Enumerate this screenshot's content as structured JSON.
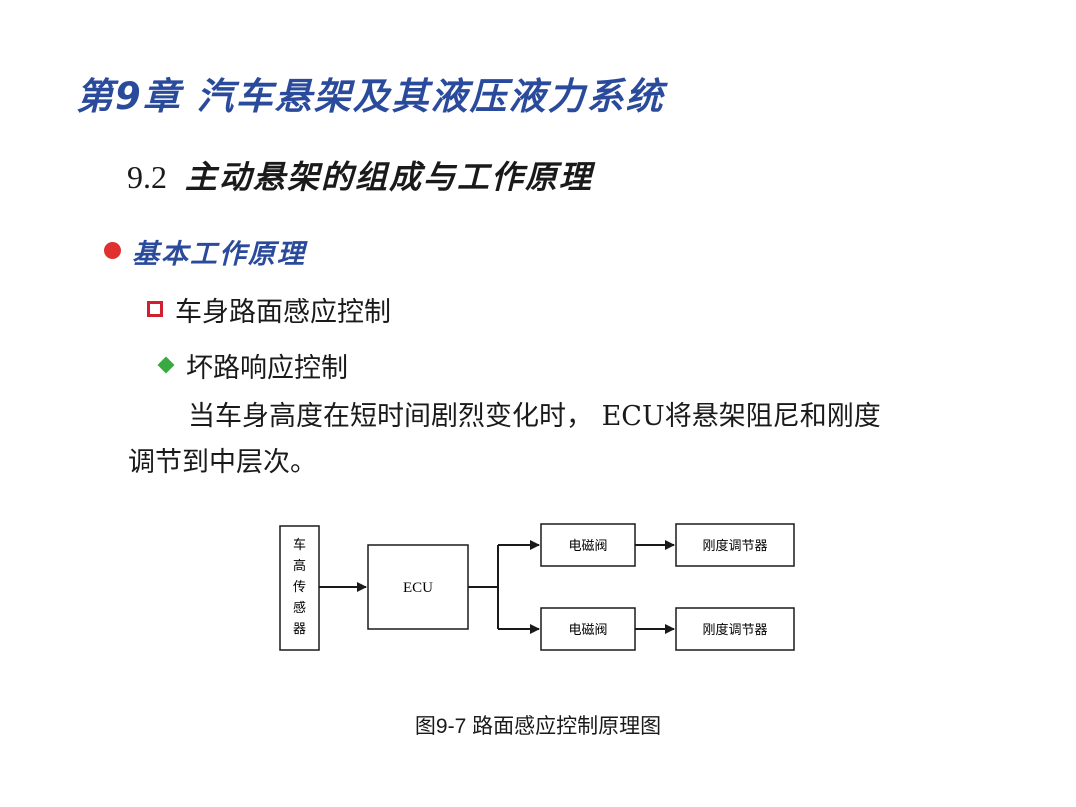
{
  "chapter_title": "第9章 汽车悬架及其液压液力系统",
  "section": {
    "number": "9.2",
    "title": "主动悬架的组成与工作原理"
  },
  "bullet": {
    "icon": "red-dot-icon",
    "color": "#e03030",
    "label": "基本工作原理"
  },
  "sub_items": [
    {
      "icon": "red-square-icon",
      "color": "#d02030",
      "label": "车身路面感应控制"
    },
    {
      "icon": "green-diamond-icon",
      "color": "#3aaa40",
      "label": "坏路响应控制"
    }
  ],
  "paragraph": {
    "line1": "当车身高度在短时间剧烈变化时， ECU将悬架阻尼和刚度",
    "line2": "调节到中层次。"
  },
  "diagram": {
    "sensor_chars": [
      "车",
      "高",
      "传",
      "感",
      "器"
    ],
    "ecu_label": "ECU",
    "valve_top": "电磁阀",
    "valve_bottom": "电磁阀",
    "adjuster_top": "刚度调节器",
    "adjuster_bottom": "刚度调节器"
  },
  "caption": "图9-7 路面感应控制原理图",
  "colors": {
    "title_blue": "#2a4a9c",
    "text": "#1a1a1a"
  }
}
